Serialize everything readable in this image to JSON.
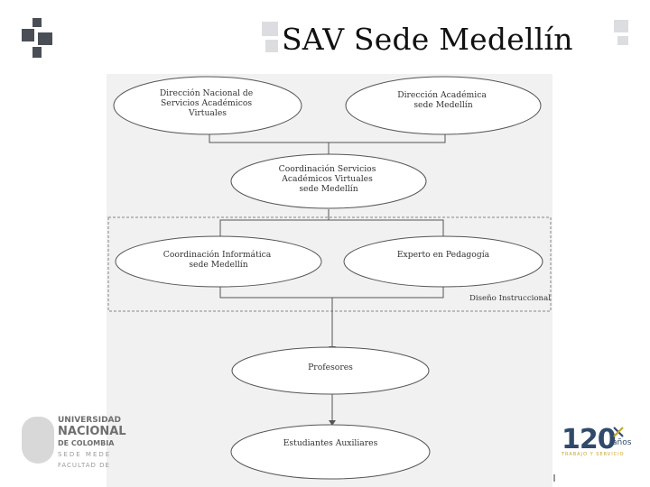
{
  "slide": {
    "title": "SAV Sede Medellín"
  },
  "diagram": {
    "nodes": [
      {
        "id": "n1",
        "lines": [
          "Dirección Nacional de",
          "Servicios Académicos",
          "Virtuales"
        ]
      },
      {
        "id": "n2",
        "lines": [
          "Dirección Académica",
          "sede Medellín"
        ]
      },
      {
        "id": "n3",
        "lines": [
          "Coordinación Servicios",
          "Académicos Virtuales",
          "sede Medellín"
        ]
      },
      {
        "id": "n4",
        "lines": [
          "Coordinación Informática",
          "sede Medellín"
        ]
      },
      {
        "id": "n5",
        "lines": [
          "Experto en Pedagogía"
        ]
      },
      {
        "id": "n6",
        "lines": [
          "Profesores"
        ]
      },
      {
        "id": "n7",
        "lines": [
          "Estudiantes Auxiliares"
        ]
      }
    ],
    "region_label": "Diseño Instruccional"
  },
  "logos": {
    "university_lines": [
      "UNIVERSIDAD",
      "NACIONAL",
      "DE COLOMBIA",
      "SEDE MEDE",
      "FACULTAD DE"
    ],
    "anniversary_number": "120",
    "anniversary_word": "años",
    "anniversary_tagline": "TRABAJO Y SERVICIO"
  },
  "colors": {
    "accent_dark": "#4a4f57",
    "diagram_line": "#555555",
    "anniversary_blue": "#2f4a6a",
    "anniversary_gold": "#c9a227"
  }
}
